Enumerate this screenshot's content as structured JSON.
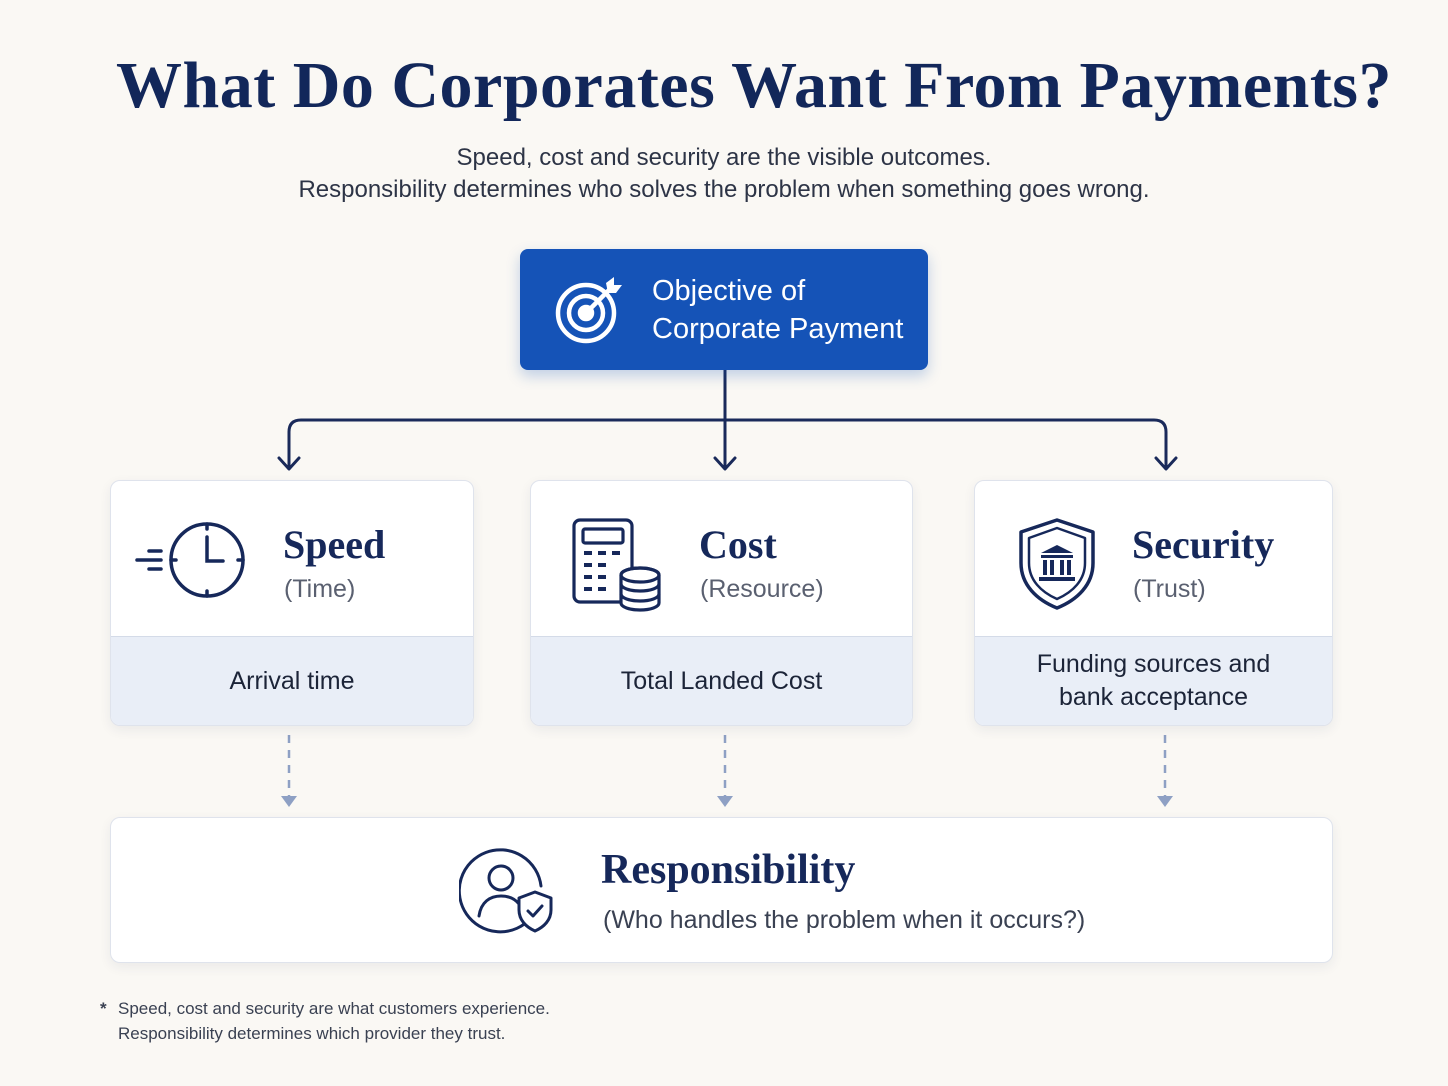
{
  "header": {
    "title": "What Do Corporates Want From Payments?",
    "subtitle_line1": "Speed, cost and security are the visible outcomes.",
    "subtitle_line2": "Responsibility determines who solves the problem when something goes wrong."
  },
  "objective": {
    "line1": "Objective of",
    "line2": "Corporate Payment",
    "icon": "target-arrow-icon"
  },
  "cards": [
    {
      "title": "Speed",
      "subtitle": "(Time)",
      "detail": "Arrival time",
      "icon": "clock-icon"
    },
    {
      "title": "Cost",
      "subtitle": "(Resource)",
      "detail": "Total Landed Cost",
      "icon": "calculator-coins-icon"
    },
    {
      "title": "Security",
      "subtitle": "(Trust)",
      "detail_line1": "Funding sources and",
      "detail_line2": "bank acceptance",
      "icon": "shield-bank-icon"
    }
  ],
  "responsibility": {
    "title": "Responsibility",
    "subtitle": "(Who handles the problem when it occurs?)",
    "icon": "user-shield-icon"
  },
  "footnote": {
    "marker": "*",
    "line1": "Speed, cost and security are what customers experience.",
    "line2": "Responsibility determines which provider they trust."
  },
  "colors": {
    "navy": "#12275a",
    "accent_blue": "#1553b7",
    "card_band": "#e9eef7",
    "dashed_arrow": "#8ea0c4"
  }
}
